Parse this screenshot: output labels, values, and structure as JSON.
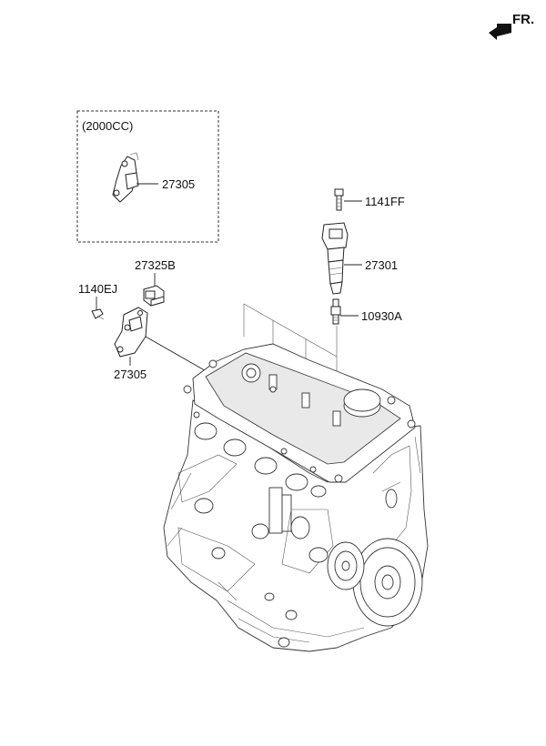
{
  "orientation": {
    "label": "FR."
  },
  "variant_box": {
    "title": "(2000CC)",
    "part_label": "27305"
  },
  "callouts": {
    "bolt_top": "1141FF",
    "ignition_coil": "27301",
    "spark_plug": "10930A",
    "sensor": "27325B",
    "bolt_left": "1140EJ",
    "bracket": "27305"
  }
}
